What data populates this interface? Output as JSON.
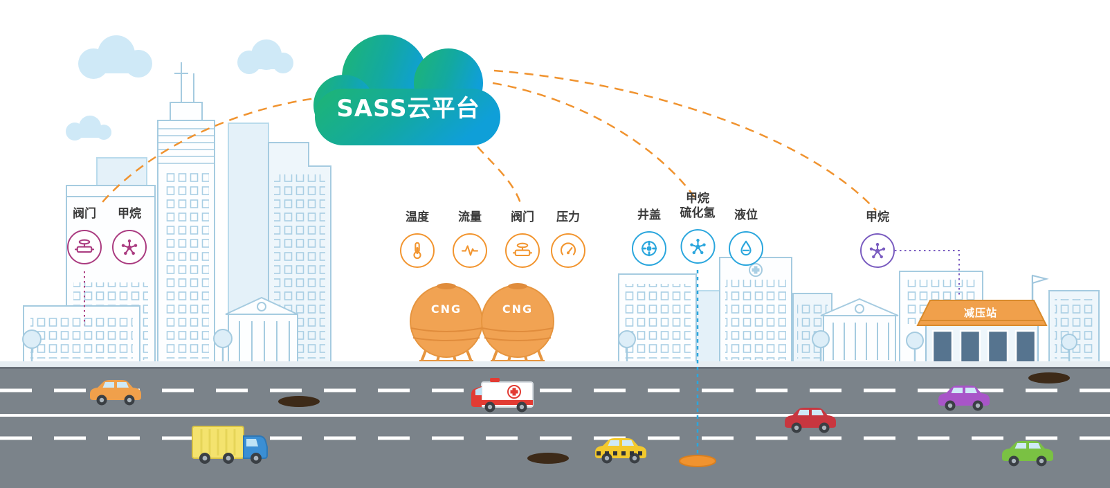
{
  "cloud_platform": {
    "label": "SASS云平台",
    "gradient_from": "#1eb573",
    "gradient_to": "#0f9fd8"
  },
  "sensor_groups": [
    {
      "name": "city-sensors",
      "accent": "#aa3b80",
      "sensors": [
        {
          "label": "阀门",
          "icon": "valve-icon"
        },
        {
          "label": "甲烷",
          "icon": "methane-icon"
        }
      ]
    },
    {
      "name": "cng-tank-sensors",
      "accent": "#f2952f",
      "sensors": [
        {
          "label": "温度",
          "icon": "temperature-icon"
        },
        {
          "label": "流量",
          "icon": "flow-icon"
        },
        {
          "label": "阀门",
          "icon": "valve-icon"
        },
        {
          "label": "压力",
          "icon": "pressure-icon"
        }
      ]
    },
    {
      "name": "manhole-sensors",
      "accent": "#2aa6dd",
      "sensors": [
        {
          "label": "井盖",
          "icon": "manhole-icon"
        },
        {
          "label": "甲烷",
          "label2": "硫化氢",
          "icon": "gas-molecule-icon"
        },
        {
          "label": "液位",
          "icon": "level-icon"
        }
      ]
    },
    {
      "name": "pressure-station-sensors",
      "accent": "#7a5cc0",
      "sensors": [
        {
          "label": "甲烷",
          "icon": "methane-icon"
        }
      ]
    }
  ],
  "tanks": {
    "tank1_label": "CNG",
    "tank2_label": "CNG"
  },
  "pressure_station": {
    "label": "减压站"
  },
  "colors": {
    "road": "#7b838a",
    "connector": "#f0932f",
    "skyline": "#a5cbe0"
  }
}
